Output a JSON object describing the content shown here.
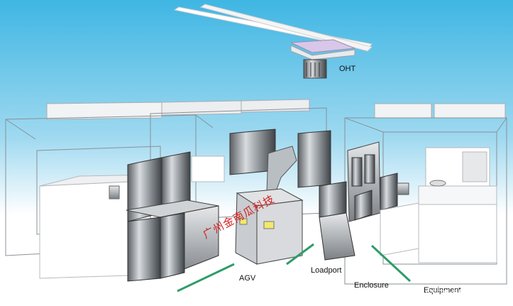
{
  "labels": {
    "oht": "OHT",
    "agv": "AGV",
    "loadport": "Loadport",
    "enclosure": "Enclosure",
    "equipment": "Equipment"
  },
  "watermark": "广州金南瓜科技",
  "credit": "CSDN @SECS/GEM",
  "colors": {
    "sky_top": "#3fb6e3",
    "sky_bottom": "#ffffff",
    "floor_line": "#2f9c6a",
    "watermark": "#d21f1f"
  }
}
